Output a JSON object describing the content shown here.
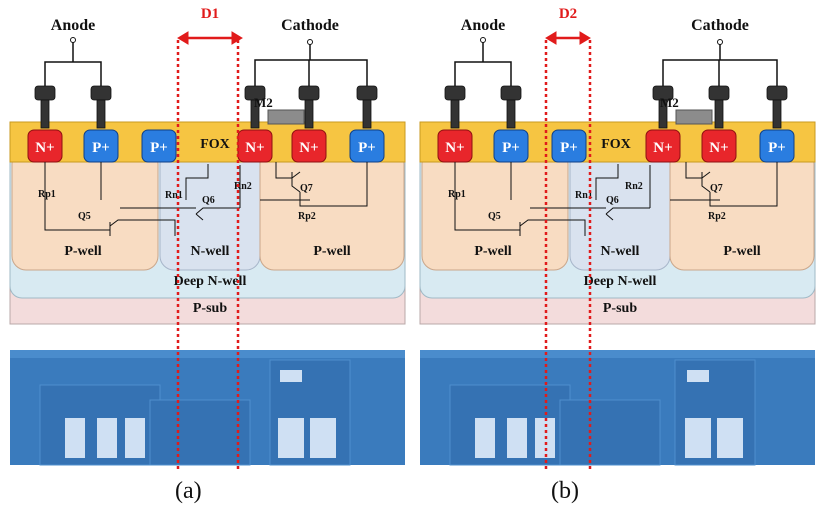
{
  "colors": {
    "fox": "#f6c542",
    "n_plus": "#e8262b",
    "p_plus": "#2a7de0",
    "p_well": "#f8dcc2",
    "n_well": "#d9e2ef",
    "deep_n_well": "#d8eaf2",
    "p_sub": "#f3dcdc",
    "layout_bg": "#3a7bbd",
    "dimension": "#e11b1b"
  },
  "panel_a": {
    "anode": "Anode",
    "cathode": "Cathode",
    "dimension": "D1",
    "gate": "M2",
    "fox": "FOX",
    "diffusions": [
      "N+",
      "P+",
      "P+",
      "N+",
      "N+",
      "P+"
    ],
    "resistors": {
      "rp1": "Rp1",
      "rn1": "Rn1",
      "rn2": "Rn2",
      "rp2": "Rp2"
    },
    "transistors": {
      "q5": "Q5",
      "q6": "Q6",
      "q7": "Q7"
    },
    "wells": {
      "pwell_left": "P-well",
      "nwell": "N-well",
      "pwell_right": "P-well",
      "deep_nwell": "Deep N-well",
      "psub": "P-sub"
    },
    "caption": "(a)"
  },
  "panel_b": {
    "anode": "Anode",
    "cathode": "Cathode",
    "dimension": "D2",
    "gate": "M2",
    "fox": "FOX",
    "diffusions": [
      "N+",
      "P+",
      "P+",
      "N+",
      "N+",
      "P+"
    ],
    "resistors": {
      "rp1": "Rp1",
      "rn1": "Rn1",
      "rn2": "Rn2",
      "rp2": "Rp2"
    },
    "transistors": {
      "q5": "Q5",
      "q6": "Q6",
      "q7": "Q7"
    },
    "wells": {
      "pwell_left": "P-well",
      "nwell": "N-well",
      "pwell_right": "P-well",
      "deep_nwell": "Deep N-well",
      "psub": "P-sub"
    },
    "caption": "(b)"
  }
}
